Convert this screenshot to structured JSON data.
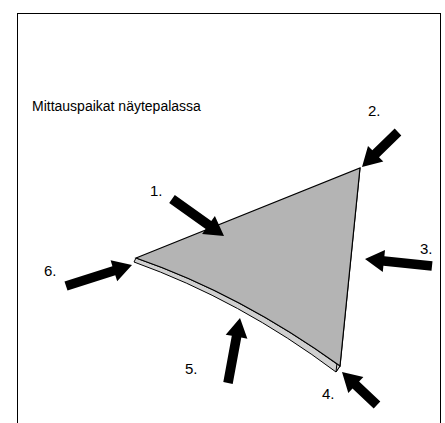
{
  "diagram": {
    "title": "Mittauspaikat näytepalassa",
    "labels": [
      "1.",
      "2.",
      "3.",
      "4.",
      "5.",
      "6."
    ]
  }
}
